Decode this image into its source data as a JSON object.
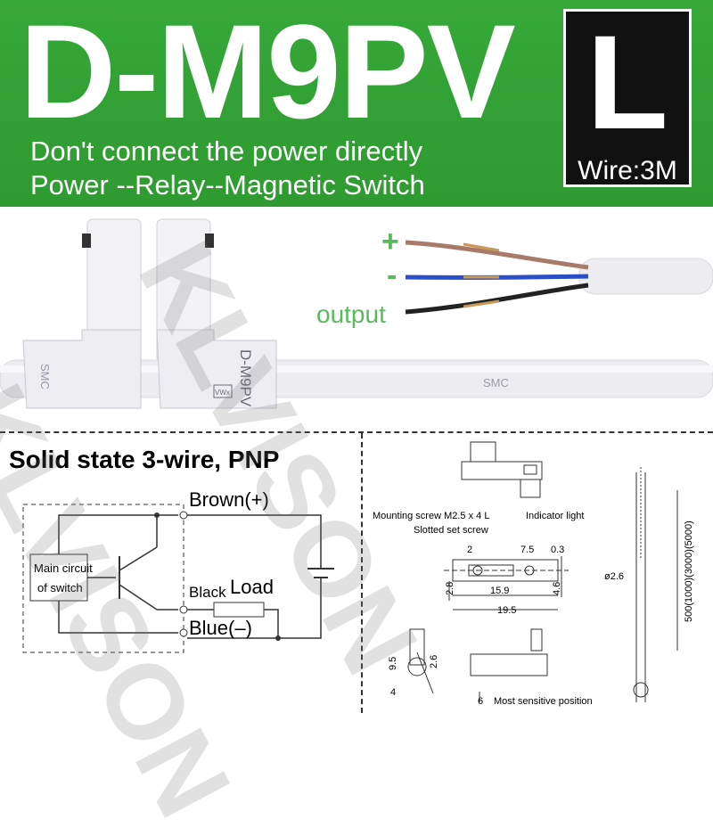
{
  "header": {
    "model": "D-M9PV",
    "letter": "L",
    "wire": "Wire:3M",
    "warning_line1": "Don't connect the power directly",
    "warning_line2": "Power --Relay--Magnetic Switch"
  },
  "product_photo": {
    "wire_labels": {
      "plus": "+",
      "minus": "-",
      "output": "output"
    },
    "body_marking": "D-M9PV",
    "body_mark_small": "VWx",
    "cable_brand": "SMC",
    "body_logo": "SMC"
  },
  "circuit": {
    "title": "Solid state 3-wire, PNP",
    "main_circuit_label_1": "Main circuit",
    "main_circuit_label_2": "of switch",
    "brown_label": "Brown(+)",
    "black_label": "Black",
    "load_label": "Load",
    "blue_label": "Blue(–)"
  },
  "dimensions": {
    "mounting_screw": "Mounting screw M2.5 x 4 L",
    "indicator_light": "Indicator light",
    "slotted_set_screw": "Slotted set screw",
    "dim_2": "2",
    "dim_7_5": "7.5",
    "dim_0_3": "0.3",
    "dim_2_8": "2.8",
    "dim_15_9": "15.9",
    "dim_4_6": "4.6",
    "dim_19_5": "19.5",
    "dim_dia_2_6": "ø2.6",
    "cable_length": "500(1000)(3000)(5000)",
    "dim_9_5": "9.5",
    "dim_2_6": "2.6",
    "dim_4": "4",
    "dim_6": "6",
    "most_sensitive": "Most sensitive position"
  },
  "watermark": "KLVISON",
  "colors": {
    "header_green": "#34a537",
    "letter_box": "#111111",
    "plus_green": "#5cb85c",
    "wire_brown": "#a87a6a",
    "wire_blue": "#2b4fc7",
    "wire_black": "#222222"
  }
}
